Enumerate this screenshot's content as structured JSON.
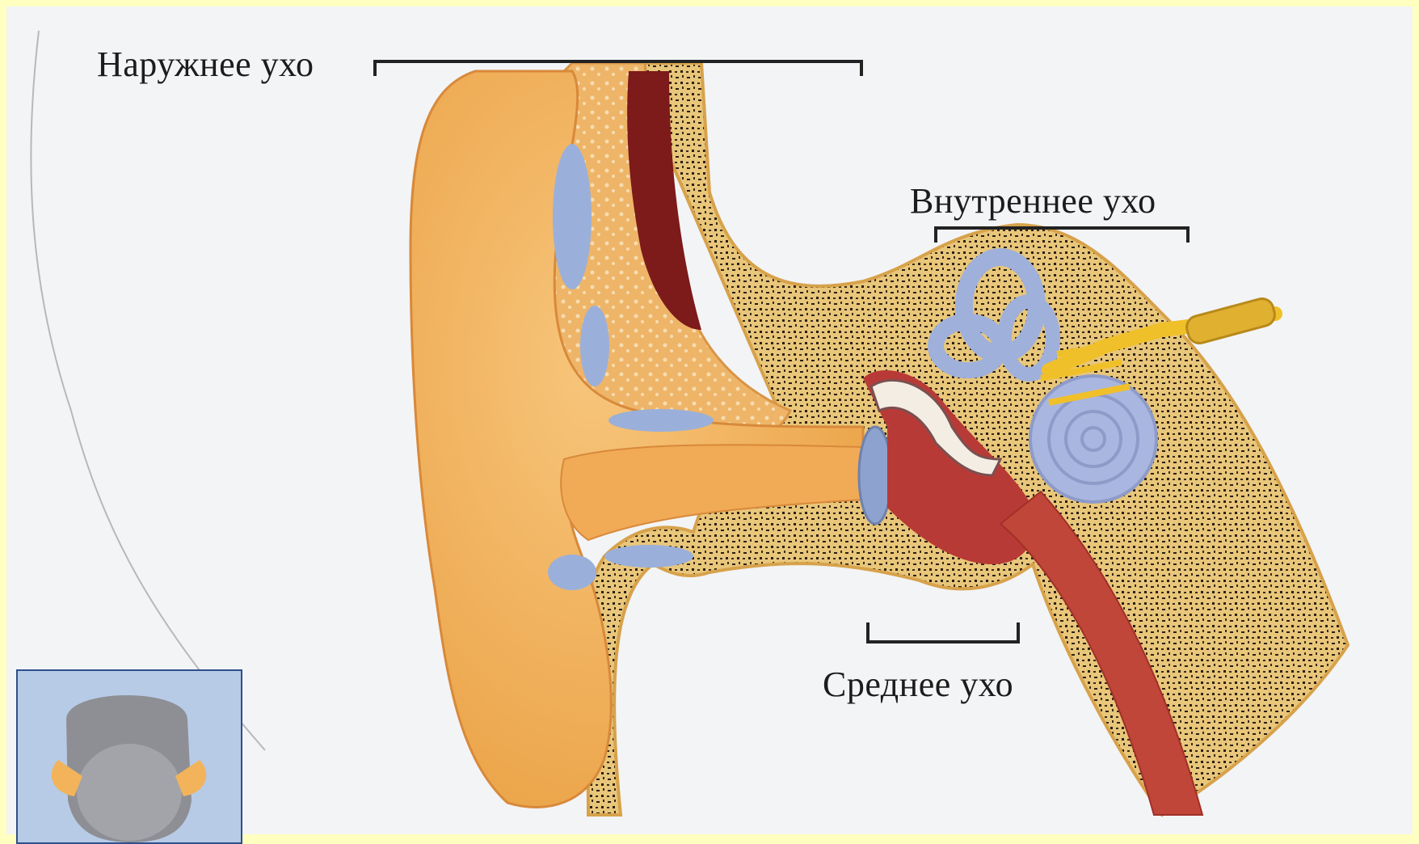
{
  "labels": {
    "outer_ear": "Наружнее ухо",
    "inner_ear": "Внутреннее ухо",
    "middle_ear": "Среднее ухо"
  },
  "colors": {
    "page_background": "#ffffc0",
    "figure_background": "#f3f4f6",
    "skin": "#f2b35a",
    "skin_light": "#f7c57b",
    "bone": "#e8c67a",
    "cartilage": "#9ab0da",
    "canal": "#a83a33",
    "cochlea": "#a9b6e0",
    "nerve": "#f0c02a",
    "inset_border": "#2e4f8a"
  }
}
